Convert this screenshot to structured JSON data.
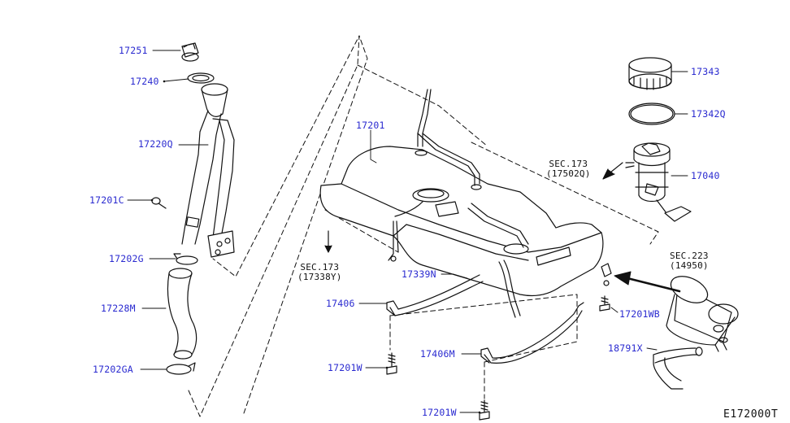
{
  "diagram": {
    "code": "E172000T",
    "parts": [
      {
        "id": "17251"
      },
      {
        "id": "17240"
      },
      {
        "id": "17220Q"
      },
      {
        "id": "17201C"
      },
      {
        "id": "17202G"
      },
      {
        "id": "17228M"
      },
      {
        "id": "17202GA"
      },
      {
        "id": "17201"
      },
      {
        "id": "17339N"
      },
      {
        "id": "17406"
      },
      {
        "id": "17201W"
      },
      {
        "id": "17406M"
      },
      {
        "id": "17201W"
      },
      {
        "id": "17343"
      },
      {
        "id": "17342Q"
      },
      {
        "id": "17040"
      },
      {
        "id": "17201WB"
      },
      {
        "id": "18791X"
      }
    ],
    "section_refs": [
      {
        "line1": "SEC.173",
        "line2": "(17502Q)"
      },
      {
        "line1": "SEC.173",
        "line2": "(17338Y)"
      },
      {
        "line1": "SEC.223",
        "line2": "(14950)"
      }
    ]
  }
}
